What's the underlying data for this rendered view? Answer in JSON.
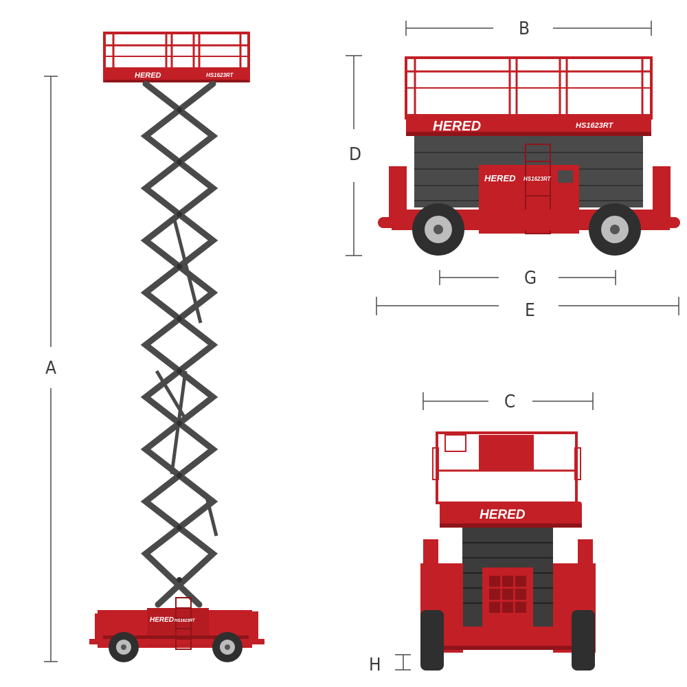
{
  "colors": {
    "body_red": "#c21f26",
    "dark_red": "#8f1419",
    "scissor_gray": "#4a4a4a",
    "tire": "#2f2f2f",
    "hub": "#bdbdbd",
    "dim_line": "#4a4a4a"
  },
  "brand": "HERED",
  "model": "HS1623RT",
  "dimensions": {
    "A": "A",
    "B": "B",
    "C": "C",
    "D": "D",
    "E": "E",
    "G": "G",
    "H": "H"
  }
}
